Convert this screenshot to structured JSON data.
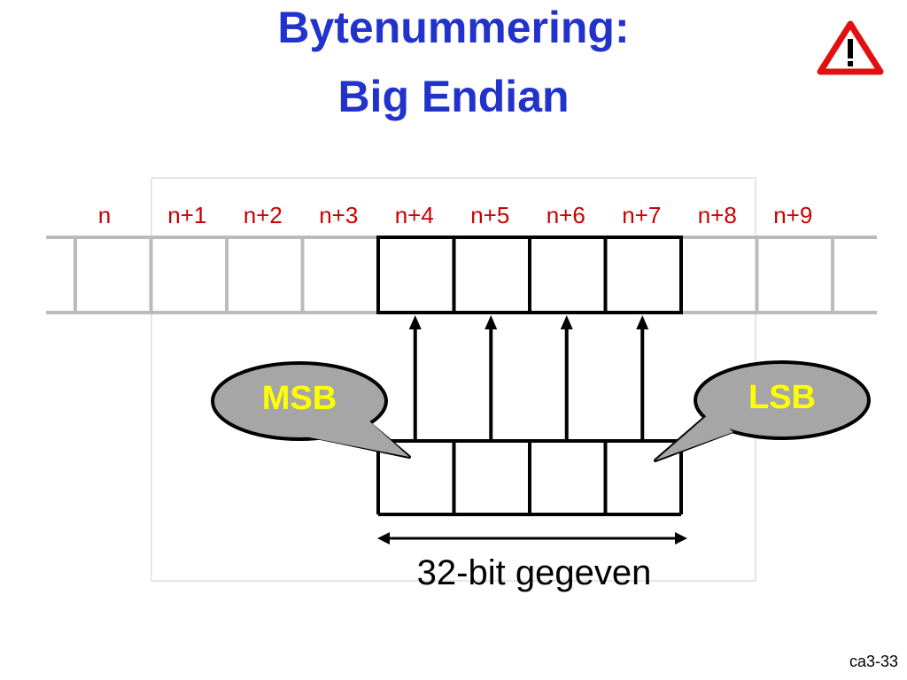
{
  "slide": {
    "title_line1": "Bytenummering:",
    "title_line2": "Big Endian",
    "footer": "ca3-33"
  },
  "addresses": [
    "n",
    "n+1",
    "n+2",
    "n+3",
    "n+4",
    "n+5",
    "n+6",
    "n+7",
    "n+8",
    "n+9"
  ],
  "highlight": {
    "first_index": 4,
    "count": 4
  },
  "callouts": {
    "msb": "MSB",
    "lsb": "LSB"
  },
  "data_word": {
    "label": "32-bit gegeven",
    "bytes": 4
  },
  "colors": {
    "title": "#2233cc",
    "address_label": "#cc0000",
    "grid_line": "#bbbbbb",
    "box_line": "#000000",
    "callout_fill": "#a6a6a6",
    "callout_text": "#ffff00",
    "warning_red": "#e21010"
  },
  "icons": {
    "warning": "warning-triangle-icon"
  }
}
